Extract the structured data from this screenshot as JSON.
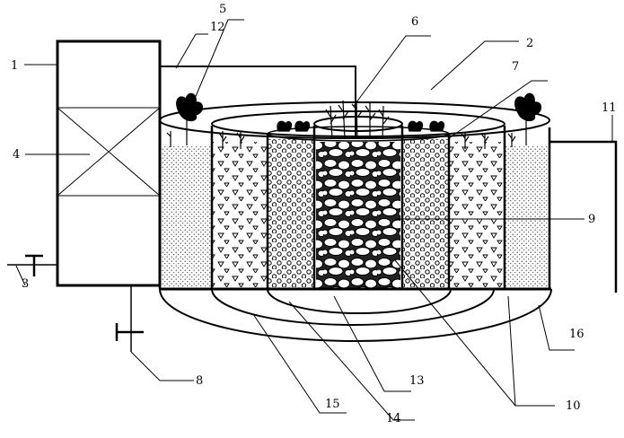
{
  "labels": {
    "l1": "1",
    "l2": "2",
    "l3": "3",
    "l4": "4",
    "l5": "5",
    "l6": "6",
    "l7": "7",
    "l8": "8",
    "l9": "9",
    "l10": "10",
    "l11": "11",
    "l12": "12",
    "l13": "13",
    "l14": "14",
    "l15": "15",
    "l16": "16"
  },
  "colors": {
    "ink": "#000000",
    "paper": "#ffffff",
    "fill_dots": "#555555"
  }
}
